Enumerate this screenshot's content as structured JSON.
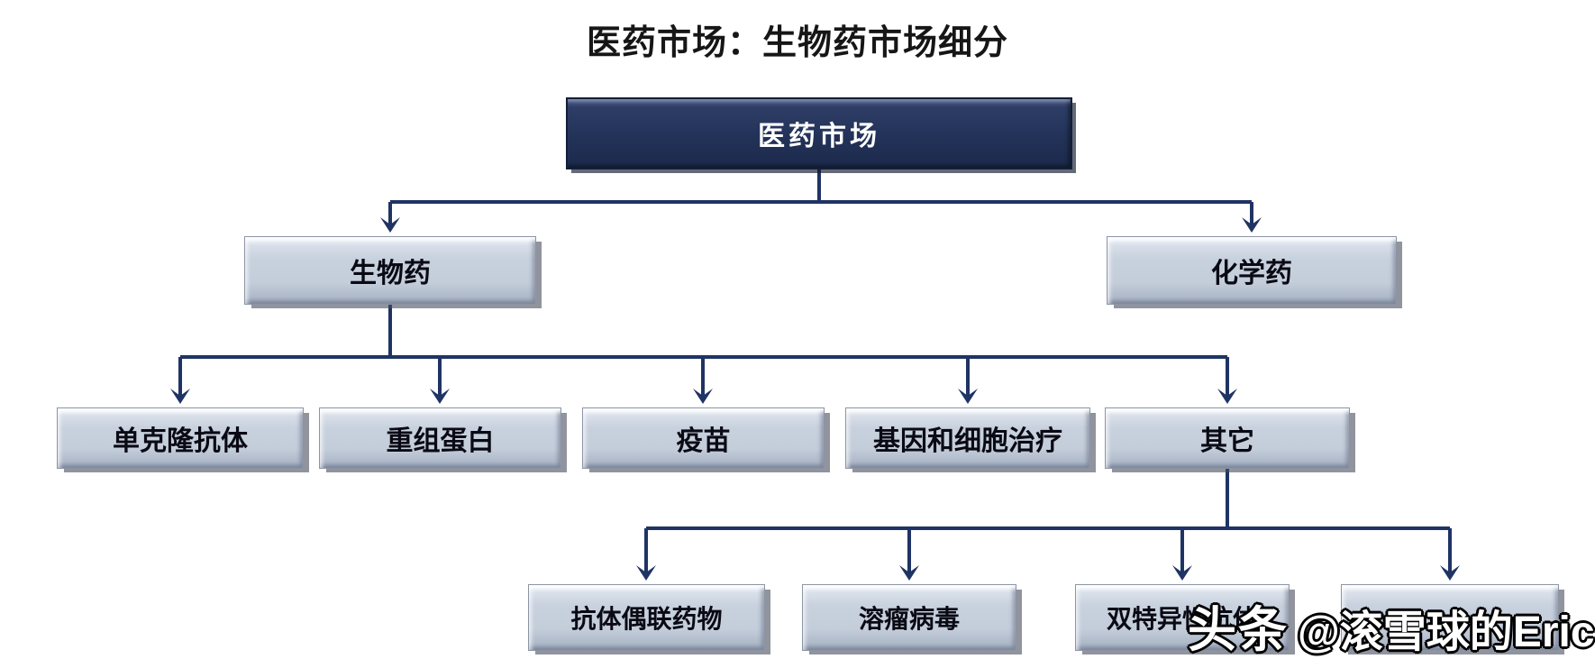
{
  "title": "医药市场：生物药市场细分",
  "tree": {
    "root": "医药市场",
    "level2": [
      "生物药",
      "化学药"
    ],
    "level3": [
      "单克隆抗体",
      "重组蛋白",
      "疫苗",
      "基因和细胞治疗",
      "其它"
    ],
    "level4": [
      "抗体偶联药物",
      "溶瘤病毒",
      "双特异性抗体",
      ""
    ]
  },
  "watermark": {
    "badge": "头条",
    "handle": "@滚雪球的Eric"
  },
  "colors": {
    "connector": "#1f3464",
    "root_fill": "#24345a",
    "root_text": "#ffffff",
    "node_fill": "#c6cfdc",
    "node_text": "#0a0a14",
    "background": "#ffffff"
  }
}
